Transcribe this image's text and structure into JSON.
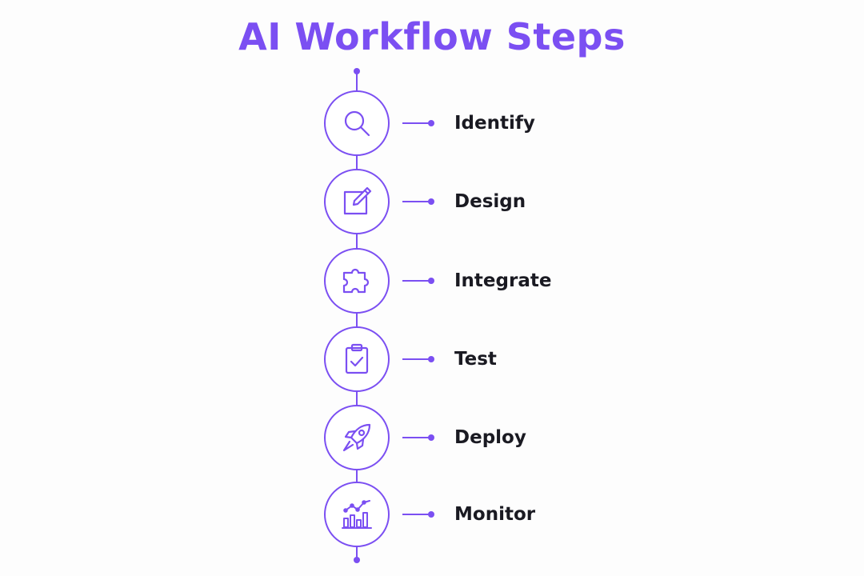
{
  "title": "AI Workflow Steps",
  "accent_color": "#7b4ff2",
  "text_color": "#1a1a22",
  "steps": [
    {
      "label": "Identify",
      "icon": "magnifier-icon"
    },
    {
      "label": "Design",
      "icon": "pencil-square-icon"
    },
    {
      "label": "Integrate",
      "icon": "puzzle-piece-icon"
    },
    {
      "label": "Test",
      "icon": "clipboard-check-icon"
    },
    {
      "label": "Deploy",
      "icon": "rocket-icon"
    },
    {
      "label": "Monitor",
      "icon": "bar-chart-trend-icon"
    }
  ]
}
